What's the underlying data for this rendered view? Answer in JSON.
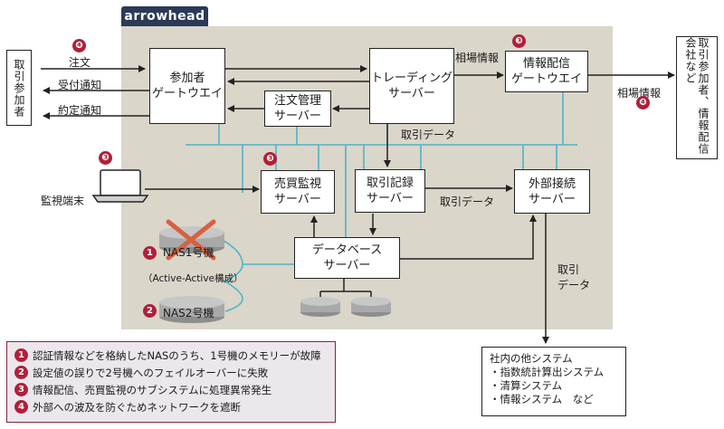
{
  "brand": "arrowhead",
  "nodes": {
    "participants_left": "取引参加者",
    "participants_right": "取引参加者、情報配信会社など",
    "participant_gateway": "参加者\nゲートウエイ",
    "trading_server": "トレーディング\nサーバー",
    "order_mgmt_server": "注文管理\nサーバー",
    "info_gateway": "情報配信\nゲートウエイ",
    "surveillance_server": "売買監視\nサーバー",
    "trade_record_server": "取引記録\nサーバー",
    "external_server": "外部接続\nサーバー",
    "db_server": "データベース\nサーバー",
    "nas1": "NAS1号機",
    "nas2": "NAS2号機",
    "nas_config": "（Active-Active構成）",
    "terminal": "監視端末"
  },
  "edges": {
    "order": "注文",
    "accept": "受付通知",
    "contract": "約定通知",
    "market_info_top": "相場情報",
    "market_info_right": "相場情報",
    "trade_data_1": "取引データ",
    "trade_data_2": "取引データ",
    "trade_data_3": "取引\nデータ"
  },
  "badges": [
    "❹",
    "❸",
    "❹",
    "❸",
    "❸"
  ],
  "legend": [
    {
      "num": "1",
      "text": "認証情報などを格納したNASのうち、1号機のメモリーが故障"
    },
    {
      "num": "2",
      "text": "設定値の誤りで2号機へのフェイルオーバーに失敗"
    },
    {
      "num": "3",
      "text": "情報配信、売買監視のサブシステムに処理異常発生"
    },
    {
      "num": "4",
      "text": "外部への波及を防ぐためネットワークを遮断"
    }
  ],
  "other_systems": {
    "title": "社内の他システム",
    "items": [
      "・指数統計算出システム",
      "・清算システム",
      "・情報システム　など"
    ]
  },
  "colors": {
    "badge": "#b11f3a",
    "panel": "#dad6ca",
    "network": "#4fb3c8",
    "brand": "#2a3a57",
    "cross": "#d7613f"
  }
}
